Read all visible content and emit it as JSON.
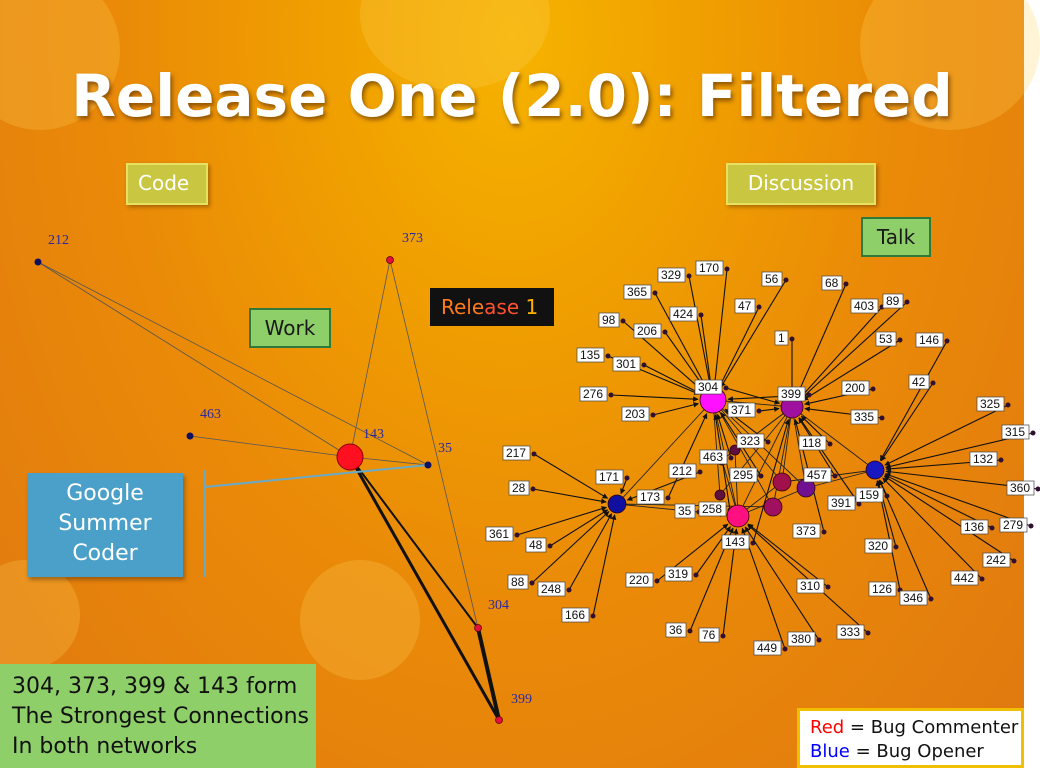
{
  "slide": {
    "title": "Release One (2.0): Filtered",
    "labels": {
      "code": "Code",
      "discussion": "Discussion",
      "work": "Work",
      "talk": "Talk",
      "release_part1": "Rele",
      "release_part2": "ase",
      "release_part3": " 1"
    },
    "gsc_lines": [
      "Google",
      "Summer",
      "Coder"
    ],
    "note_lines": [
      "304, 373, 399 & 143 form",
      "The Strongest Connections",
      "In both networks"
    ],
    "legend": {
      "red_word": "Red",
      "red_rest": " = Bug Commenter",
      "blue_word": "Blue",
      "blue_rest": " = Bug Opener"
    },
    "colors": {
      "red": "#ff0000",
      "blue": "#0000ff",
      "release_orange": "#ff7a1a",
      "release_red": "#ff4020",
      "release_gold": "#ffb000"
    }
  },
  "small_network": {
    "nodes": [
      {
        "id": "212",
        "role": "opener"
      },
      {
        "id": "373",
        "role": "commenter"
      },
      {
        "id": "463",
        "role": "opener"
      },
      {
        "id": "143",
        "role": "commenter"
      },
      {
        "id": "35",
        "role": "opener"
      },
      {
        "id": "304",
        "role": "commenter"
      },
      {
        "id": "399",
        "role": "commenter"
      }
    ],
    "edges": [
      [
        "212",
        "143"
      ],
      [
        "212",
        "35"
      ],
      [
        "463",
        "143"
      ],
      [
        "373",
        "143"
      ],
      [
        "373",
        "304"
      ],
      [
        "143",
        "35"
      ],
      [
        "143",
        "304"
      ],
      [
        "143",
        "399"
      ],
      [
        "304",
        "399"
      ]
    ]
  },
  "large_network": {
    "labels": [
      "329",
      "170",
      "365",
      "56",
      "68",
      "424",
      "47",
      "403",
      "89",
      "98",
      "206",
      "1",
      "53",
      "146",
      "135",
      "301",
      "304",
      "399",
      "200",
      "42",
      "276",
      "371",
      "335",
      "325",
      "203",
      "323",
      "118",
      "315",
      "217",
      "463",
      "132",
      "212",
      "295",
      "457",
      "171",
      "360",
      "173",
      "159",
      "28",
      "391",
      "258",
      "35",
      "136",
      "279",
      "373",
      "361",
      "143",
      "320",
      "48",
      "242",
      "220",
      "319",
      "442",
      "88",
      "248",
      "310",
      "126",
      "346",
      "166",
      "36",
      "76",
      "333",
      "380",
      "449"
    ]
  }
}
